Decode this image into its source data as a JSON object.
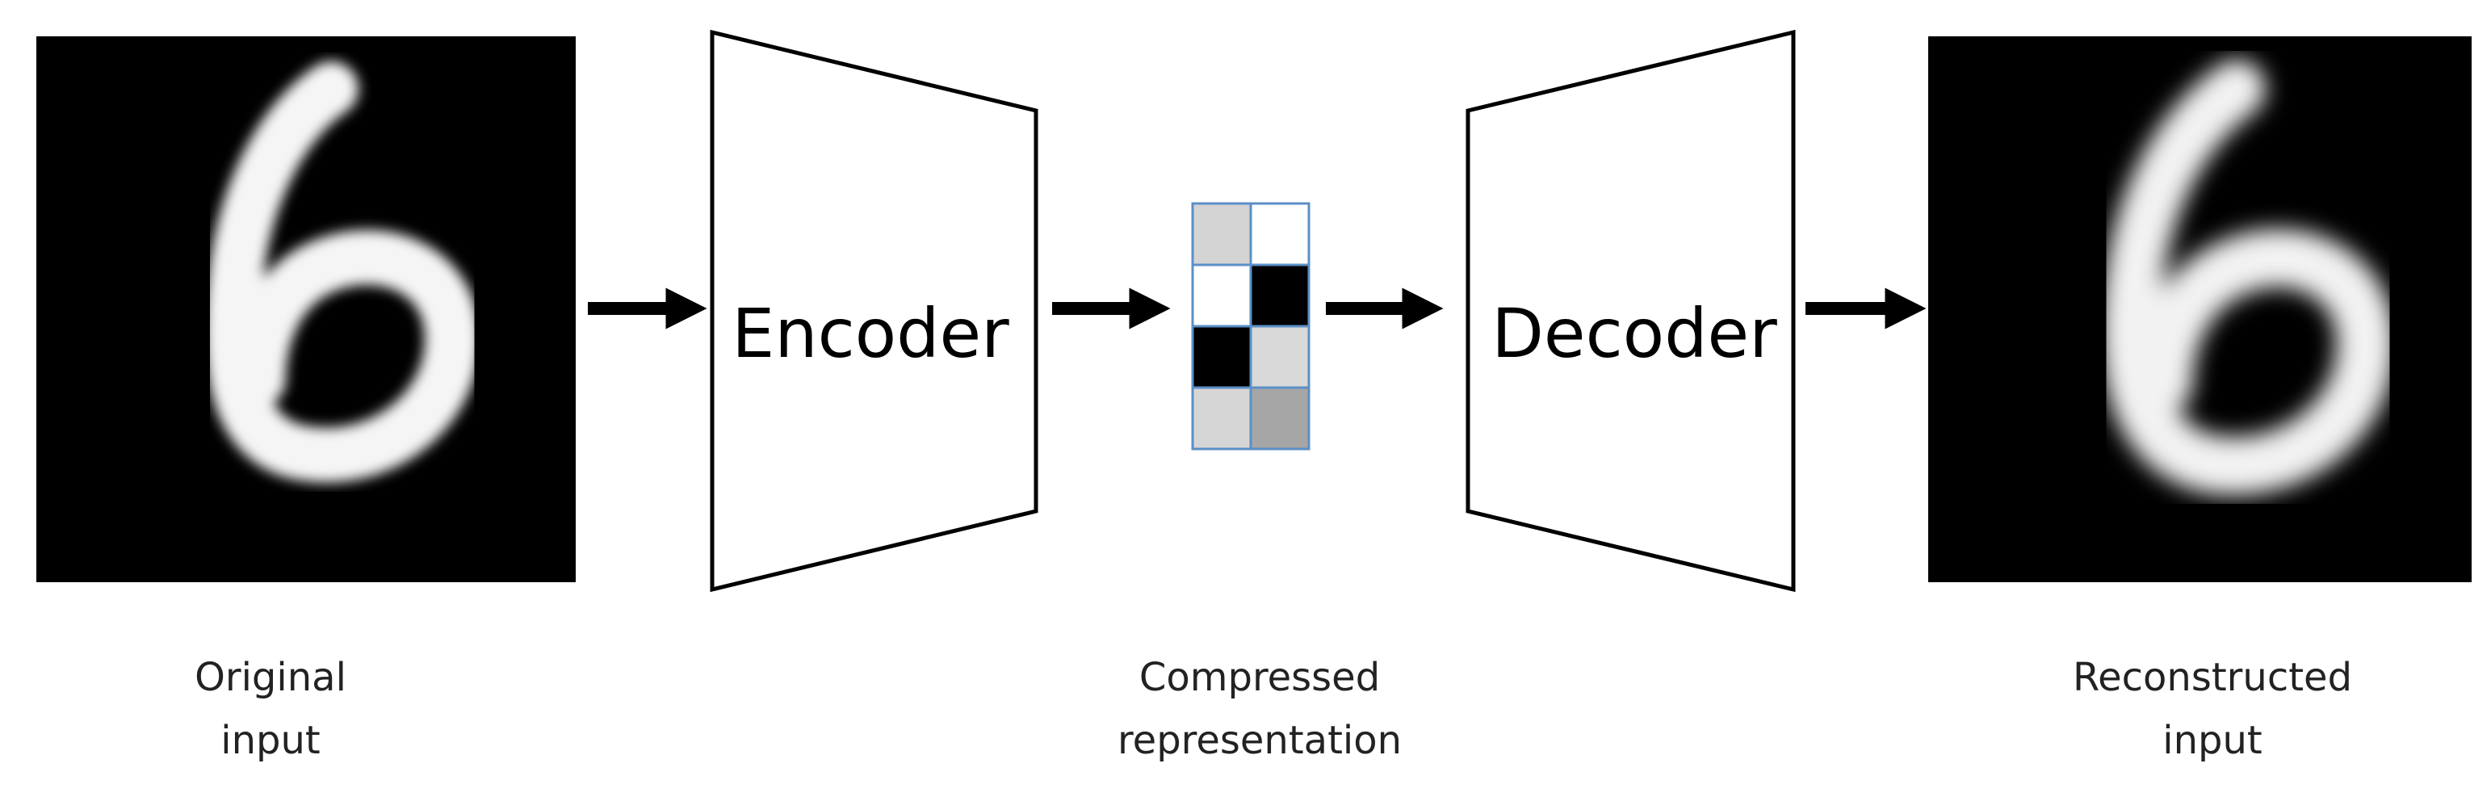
{
  "labels": {
    "encoder": "Encoder",
    "decoder": "Decoder"
  },
  "captions": {
    "original": [
      "Original",
      "input"
    ],
    "compressed": [
      "Compressed",
      "representation"
    ],
    "reconstructed": [
      "Reconstructed",
      "input"
    ]
  },
  "digit": "6",
  "code_grid": {
    "rows": 4,
    "cols": 2,
    "cell_colors": [
      [
        "#d4d4d4",
        "#ffffff"
      ],
      [
        "#ffffff",
        "#000000"
      ],
      [
        "#000000",
        "#d9d9d9"
      ],
      [
        "#d6d6d6",
        "#a6a6a6"
      ]
    ],
    "border_color": "#5b8fc7"
  },
  "colors": {
    "image_background": "#000000",
    "digit_stroke": "#f5f5f5",
    "arrow": "#000000",
    "shape_outline": "#000000"
  }
}
